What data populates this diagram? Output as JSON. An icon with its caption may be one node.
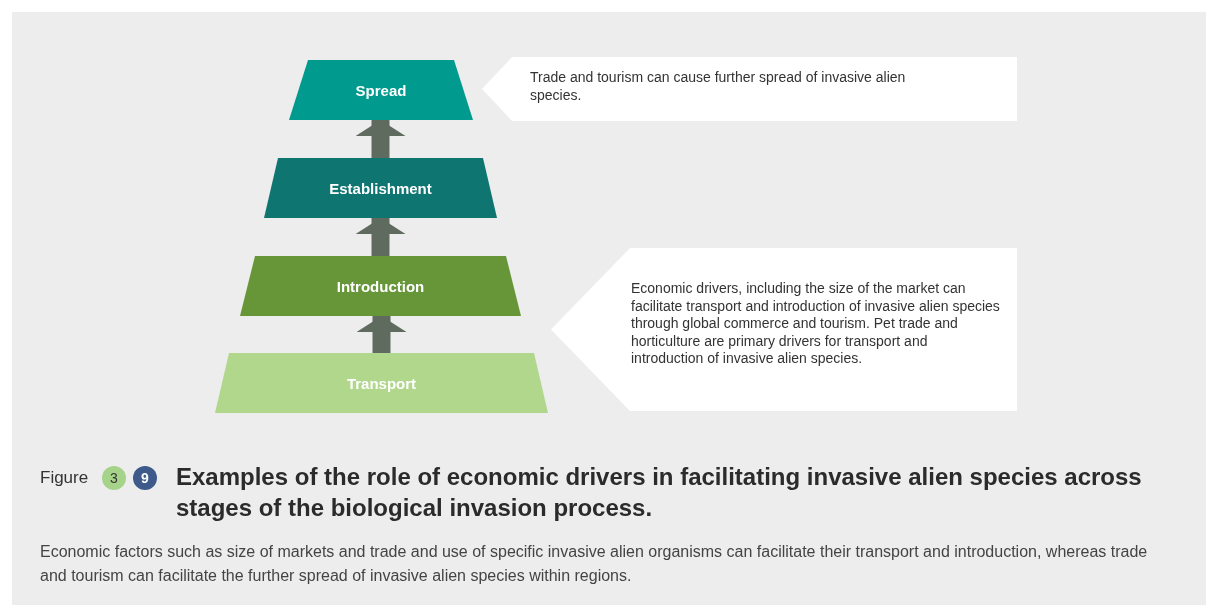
{
  "diagram": {
    "title": "Examples of the role of economic drivers in facilitating invasive alien species across stages of the biological invasion process.",
    "caption": "Economic factors such as size of markets and trade and use of specific invasive alien organisms can facilitate their transport and introduction, whereas trade and tourism can facilitate the further spread of invasive alien species within regions.",
    "nodes": [
      {
        "text": [
          "Spread"
        ]
      },
      {
        "text": [
          "Establishment"
        ]
      },
      {
        "text": [
          "Introduction"
        ]
      },
      {
        "text": [
          "Transport"
        ]
      },
      {
        "text": [
          "Trade and tourism can cause further spread of invasive alien species."
        ]
      },
      {
        "text": [
          "Economic drivers, including the size of the market can facilitate transport and introduction of invasive alien species through global commerce and tourism. Pet trade and horticulture are primary drivers for transport and introduction of invasive alien species."
        ]
      }
    ],
    "edges": [
      {
        "from": 3,
        "to": 2,
        "arrow": "to"
      },
      {
        "from": 2,
        "to": 1,
        "arrow": "to"
      },
      {
        "from": 1,
        "to": 0,
        "arrow": "to"
      }
    ],
    "labels": [
      "Figure",
      "3",
      "9"
    ]
  }
}
